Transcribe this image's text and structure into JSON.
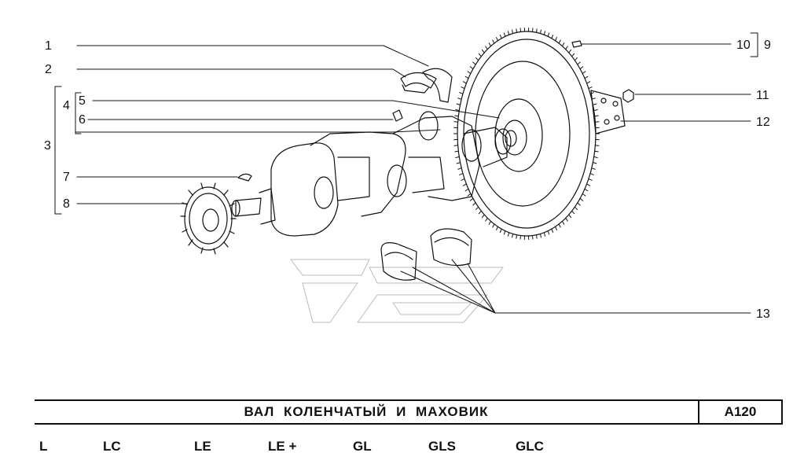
{
  "callouts": [
    "1",
    "2",
    "3",
    "4",
    "5",
    "6",
    "7",
    "8",
    "9",
    "10",
    "11",
    "12",
    "13"
  ],
  "title": {
    "name": "ВАЛ  КОЛЕНЧАТЫЙ  И  МАХОВИК",
    "code": "A120"
  },
  "models": [
    "L",
    "LC",
    "LE",
    "LE +",
    "GL",
    "GLS",
    "GLC"
  ]
}
